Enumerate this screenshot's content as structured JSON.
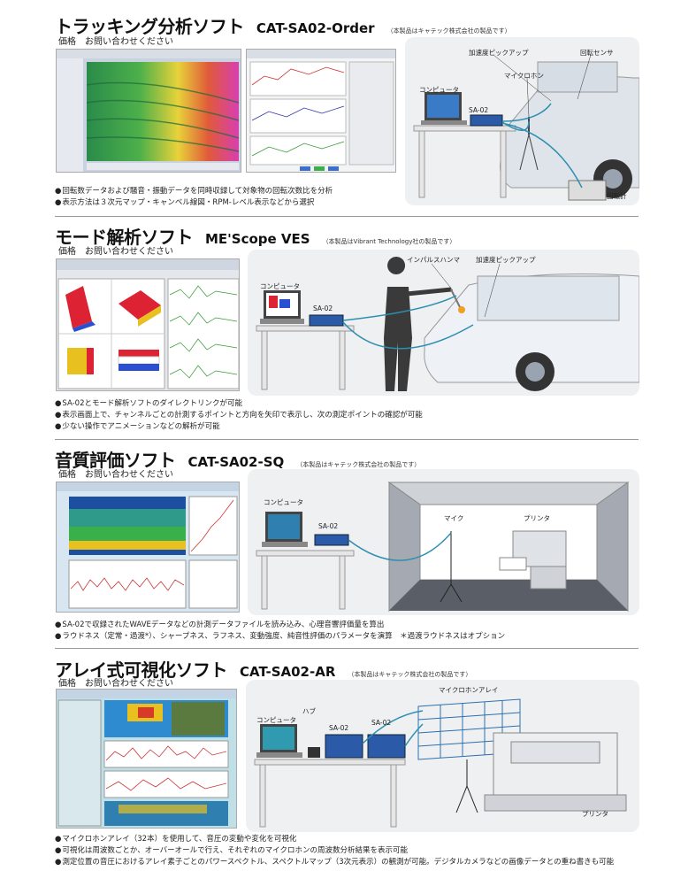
{
  "sections": [
    {
      "title": "トラッキング分析ソフト",
      "code": "CAT-SA02-Order",
      "maker": "（本製品はキャテック株式会社の製品です）",
      "price": "価格　お問い合わせください",
      "labels": [
        "加速度ピックアップ",
        "回転センサ",
        "マイクロホン",
        "コンピュータ",
        "SA-02",
        "回転計"
      ],
      "bullets": [
        "回転数データおよび騒音・振動データを同時収録して対象物の回転次数比を分析",
        "表示方法は３次元マップ・キャンベル線図・RPM-レベル表示などから選択"
      ]
    },
    {
      "title": "モード解析ソフト",
      "code": "ME'Scope VES",
      "maker": "（本製品はVibrant Technology社の製品です）",
      "price": "価格　お問い合わせください",
      "labels": [
        "インパルスハンマ",
        "加速度ピックアップ",
        "コンピュータ",
        "SA-02"
      ],
      "bullets": [
        "SA-02とモード解析ソフトのダイレクトリンクが可能",
        "表示画面上で、チャンネルごとの計測するポイントと方向を矢印で表示し、次の測定ポイントの確認が可能",
        "少ない操作でアニメーションなどの解析が可能"
      ]
    },
    {
      "title": "音質評価ソフト",
      "code": "CAT-SA02-SQ",
      "maker": "（本製品はキャテック株式会社の製品です）",
      "price": "価格　お問い合わせください",
      "labels": [
        "コンピュータ",
        "マイク",
        "プリンタ",
        "SA-02"
      ],
      "bullets": [
        "SA-02で収録されたWAVEデータなどの計測データファイルを読み込み、心理音響評価量を算出",
        "ラウドネス（定常・過渡*）、シャープネス、ラフネス、変動強度、純音性評価のパラメータを演算　＊過渡ラウドネスはオプション"
      ]
    },
    {
      "title": "アレイ式可視化ソフト",
      "code": "CAT-SA02-AR",
      "maker": "（本製品はキャテック株式会社の製品です）",
      "price": "価格　お問い合わせください",
      "labels": [
        "マイクロホンアレイ",
        "ハブ",
        "コンピュータ",
        "SA-02",
        "SA-02",
        "プリンタ"
      ],
      "bullets": [
        "マイクロホンアレイ（32本）を使用して、音圧の変動や変化を可視化",
        "可視化は周波数ごとか、オーバーオールで行え、それぞれのマイクロホンの周波数分析結果を表示可能",
        "測定位置の音圧におけるアレイ素子ごとのパワースペクトル、スペクトルマップ（3次元表示）の観測が可能。デジタルカメラなどの画像データとの重ね書きも可能"
      ]
    }
  ]
}
